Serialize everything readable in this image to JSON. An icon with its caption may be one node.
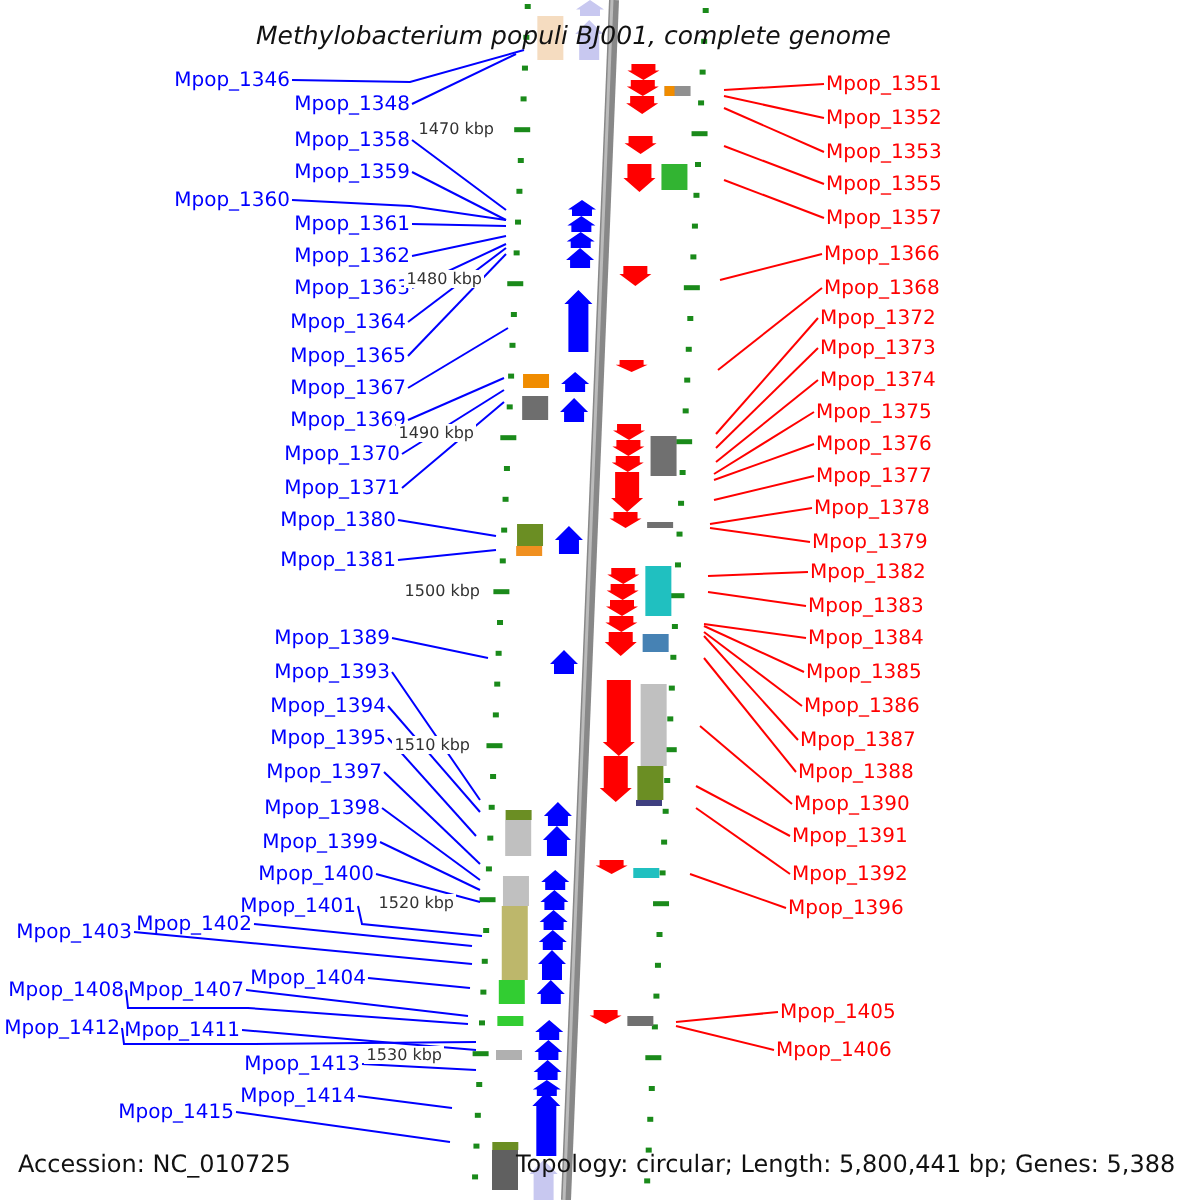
{
  "diagram": {
    "title": "Methylobacterium populi BJ001, complete genome",
    "nodes": [
      {
        "text": [
          "Mpop_1346"
        ]
      },
      {
        "text": [
          "Mpop_1348"
        ]
      },
      {
        "text": [
          "Mpop_1358"
        ]
      },
      {
        "text": [
          "Mpop_1359"
        ]
      },
      {
        "text": [
          "Mpop_1360"
        ]
      },
      {
        "text": [
          "Mpop_1361"
        ]
      },
      {
        "text": [
          "Mpop_1362"
        ]
      },
      {
        "text": [
          "Mpop_1363"
        ]
      },
      {
        "text": [
          "Mpop_1364"
        ]
      },
      {
        "text": [
          "Mpop_1365"
        ]
      },
      {
        "text": [
          "Mpop_1367"
        ]
      },
      {
        "text": [
          "Mpop_1369"
        ]
      },
      {
        "text": [
          "Mpop_1370"
        ]
      },
      {
        "text": [
          "Mpop_1371"
        ]
      },
      {
        "text": [
          "Mpop_1380"
        ]
      },
      {
        "text": [
          "Mpop_1381"
        ]
      },
      {
        "text": [
          "Mpop_1389"
        ]
      },
      {
        "text": [
          "Mpop_1393"
        ]
      },
      {
        "text": [
          "Mpop_1394"
        ]
      },
      {
        "text": [
          "Mpop_1395"
        ]
      },
      {
        "text": [
          "Mpop_1397"
        ]
      },
      {
        "text": [
          "Mpop_1398"
        ]
      },
      {
        "text": [
          "Mpop_1399"
        ]
      },
      {
        "text": [
          "Mpop_1400"
        ]
      },
      {
        "text": [
          "Mpop_1401"
        ]
      },
      {
        "text": [
          "Mpop_1402"
        ]
      },
      {
        "text": [
          "Mpop_1403"
        ]
      },
      {
        "text": [
          "Mpop_1404"
        ]
      },
      {
        "text": [
          "Mpop_1407"
        ]
      },
      {
        "text": [
          "Mpop_1408"
        ]
      },
      {
        "text": [
          "Mpop_1411"
        ]
      },
      {
        "text": [
          "Mpop_1412"
        ]
      },
      {
        "text": [
          "Mpop_1413"
        ]
      },
      {
        "text": [
          "Mpop_1414"
        ]
      },
      {
        "text": [
          "Mpop_1415"
        ]
      },
      {
        "text": [
          "Mpop_1351"
        ]
      },
      {
        "text": [
          "Mpop_1352"
        ]
      },
      {
        "text": [
          "Mpop_1353"
        ]
      },
      {
        "text": [
          "Mpop_1355"
        ]
      },
      {
        "text": [
          "Mpop_1357"
        ]
      },
      {
        "text": [
          "Mpop_1366"
        ]
      },
      {
        "text": [
          "Mpop_1368"
        ]
      },
      {
        "text": [
          "Mpop_1372"
        ]
      },
      {
        "text": [
          "Mpop_1373"
        ]
      },
      {
        "text": [
          "Mpop_1374"
        ]
      },
      {
        "text": [
          "Mpop_1375"
        ]
      },
      {
        "text": [
          "Mpop_1376"
        ]
      },
      {
        "text": [
          "Mpop_1377"
        ]
      },
      {
        "text": [
          "Mpop_1378"
        ]
      },
      {
        "text": [
          "Mpop_1379"
        ]
      },
      {
        "text": [
          "Mpop_1382"
        ]
      },
      {
        "text": [
          "Mpop_1383"
        ]
      },
      {
        "text": [
          "Mpop_1384"
        ]
      },
      {
        "text": [
          "Mpop_1385"
        ]
      },
      {
        "text": [
          "Mpop_1386"
        ]
      },
      {
        "text": [
          "Mpop_1387"
        ]
      },
      {
        "text": [
          "Mpop_1388"
        ]
      },
      {
        "text": [
          "Mpop_1390"
        ]
      },
      {
        "text": [
          "Mpop_1391"
        ]
      },
      {
        "text": [
          "Mpop_1392"
        ]
      },
      {
        "text": [
          "Mpop_1396"
        ]
      },
      {
        "text": [
          "Mpop_1405"
        ]
      },
      {
        "text": [
          "Mpop_1406"
        ]
      }
    ],
    "edges": [
      {
        "from": 0,
        "to": null,
        "arrow": "none"
      },
      {
        "from": 1,
        "to": null,
        "arrow": "none"
      },
      {
        "from": 2,
        "to": null,
        "arrow": "none"
      },
      {
        "from": 3,
        "to": null,
        "arrow": "none"
      },
      {
        "from": 4,
        "to": null,
        "arrow": "none"
      },
      {
        "from": 5,
        "to": null,
        "arrow": "none"
      },
      {
        "from": 6,
        "to": null,
        "arrow": "none"
      },
      {
        "from": 7,
        "to": null,
        "arrow": "none"
      },
      {
        "from": 8,
        "to": null,
        "arrow": "none"
      },
      {
        "from": 9,
        "to": null,
        "arrow": "none"
      },
      {
        "from": 10,
        "to": null,
        "arrow": "none"
      },
      {
        "from": 11,
        "to": null,
        "arrow": "none"
      },
      {
        "from": 12,
        "to": null,
        "arrow": "none"
      },
      {
        "from": 13,
        "to": null,
        "arrow": "none"
      },
      {
        "from": 14,
        "to": null,
        "arrow": "none"
      },
      {
        "from": 15,
        "to": null,
        "arrow": "none"
      },
      {
        "from": 16,
        "to": null,
        "arrow": "none"
      },
      {
        "from": 17,
        "to": null,
        "arrow": "none"
      },
      {
        "from": 18,
        "to": null,
        "arrow": "none"
      },
      {
        "from": 19,
        "to": null,
        "arrow": "none"
      },
      {
        "from": 20,
        "to": null,
        "arrow": "none"
      },
      {
        "from": 21,
        "to": null,
        "arrow": "none"
      },
      {
        "from": 22,
        "to": null,
        "arrow": "none"
      },
      {
        "from": 23,
        "to": null,
        "arrow": "none"
      },
      {
        "from": 24,
        "to": null,
        "arrow": "none"
      },
      {
        "from": 25,
        "to": null,
        "arrow": "none"
      },
      {
        "from": 26,
        "to": null,
        "arrow": "none"
      },
      {
        "from": 27,
        "to": null,
        "arrow": "none"
      },
      {
        "from": 28,
        "to": null,
        "arrow": "none"
      },
      {
        "from": 29,
        "to": null,
        "arrow": "none"
      },
      {
        "from": 30,
        "to": null,
        "arrow": "none"
      },
      {
        "from": 31,
        "to": null,
        "arrow": "none"
      },
      {
        "from": 32,
        "to": null,
        "arrow": "none"
      },
      {
        "from": 33,
        "to": null,
        "arrow": "none"
      },
      {
        "from": 34,
        "to": null,
        "arrow": "none"
      },
      {
        "from": 35,
        "to": null,
        "arrow": "none",
        "color": "#ff0000"
      },
      {
        "from": 36,
        "to": null,
        "arrow": "none",
        "color": "#ff0000"
      },
      {
        "from": 37,
        "to": null,
        "arrow": "none",
        "color": "#ff0000"
      },
      {
        "from": 38,
        "to": null,
        "arrow": "none",
        "color": "#ff0000"
      },
      {
        "from": 39,
        "to": null,
        "arrow": "none",
        "color": "#ff0000"
      },
      {
        "from": 40,
        "to": null,
        "arrow": "none",
        "color": "#ff0000"
      },
      {
        "from": 41,
        "to": null,
        "arrow": "none",
        "color": "#ff0000"
      },
      {
        "from": 42,
        "to": null,
        "arrow": "none",
        "color": "#ff0000"
      },
      {
        "from": 43,
        "to": null,
        "arrow": "none",
        "color": "#ff0000"
      },
      {
        "from": 44,
        "to": null,
        "arrow": "none",
        "color": "#ff0000"
      },
      {
        "from": 45,
        "to": null,
        "arrow": "none",
        "color": "#ff0000"
      },
      {
        "from": 46,
        "to": null,
        "arrow": "none",
        "color": "#ff0000"
      },
      {
        "from": 47,
        "to": null,
        "arrow": "none",
        "color": "#ff0000"
      },
      {
        "from": 48,
        "to": null,
        "arrow": "none",
        "color": "#ff0000"
      },
      {
        "from": 49,
        "to": null,
        "arrow": "none",
        "color": "#ff0000"
      },
      {
        "from": 50,
        "to": null,
        "arrow": "none",
        "color": "#ff0000"
      },
      {
        "from": 51,
        "to": null,
        "arrow": "none",
        "color": "#ff0000"
      },
      {
        "from": 52,
        "to": null,
        "arrow": "none",
        "color": "#ff0000"
      },
      {
        "from": 53,
        "to": null,
        "arrow": "none",
        "color": "#ff0000"
      },
      {
        "from": 54,
        "to": null,
        "arrow": "none",
        "color": "#ff0000"
      },
      {
        "from": 55,
        "to": null,
        "arrow": "none",
        "color": "#ff0000"
      },
      {
        "from": 56,
        "to": null,
        "arrow": "none",
        "color": "#ff0000"
      },
      {
        "from": 57,
        "to": null,
        "arrow": "none",
        "color": "#ff0000"
      },
      {
        "from": 58,
        "to": null,
        "arrow": "none",
        "color": "#ff0000"
      },
      {
        "from": 59,
        "to": null,
        "arrow": "none",
        "color": "#ff0000"
      },
      {
        "from": 60,
        "to": null,
        "arrow": "none",
        "color": "#ff0000"
      },
      {
        "from": 61,
        "to": null,
        "arrow": "none",
        "color": "#ff0000"
      },
      {
        "from": 62,
        "to": null,
        "arrow": "none",
        "color": "#ff0000"
      }
    ],
    "labels": [
      "1470 kbp",
      "1480 kbp",
      "1490 kbp",
      "1500 kbp",
      "1510 kbp",
      "1520 kbp",
      "1530 kbp",
      "Accession: NC_010725",
      "Topology: circular; Length: 5,800,441 bp; Genes: 5,388"
    ]
  }
}
